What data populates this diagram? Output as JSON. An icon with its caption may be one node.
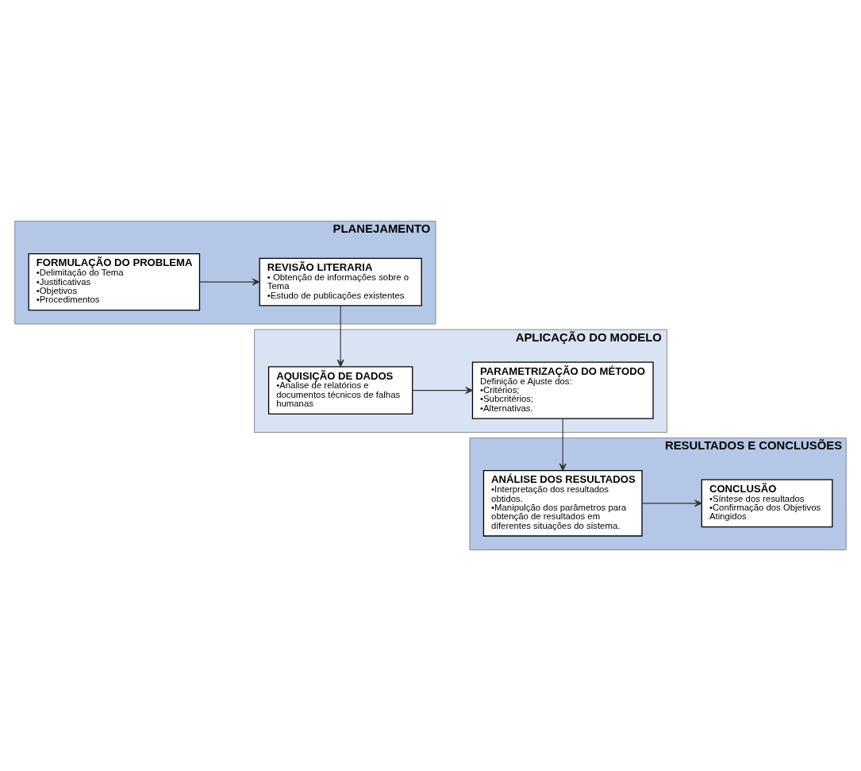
{
  "diagram": {
    "nodes": [
      {
        "text": [
          "PLANEJAMENTO"
        ]
      },
      {
        "text": [
          "FORMULAÇÃO DO PROBLEMA",
          "•Delimitação do Tema",
          "•Justificativas",
          "•Objetivos",
          "•Procedimentos"
        ],
        "in": 0
      },
      {
        "text": [
          "REVISÃO LITERARIA",
          "• Obtenção de informações sobre o Tema",
          "•Estudo de publicações existentes"
        ],
        "in": 0
      },
      {
        "text": [
          "APLICAÇÃO DO MODELO"
        ]
      },
      {
        "text": [
          "AQUISIÇÃO DE DADOS",
          "•Analise de relatórios e documentos técnicos de falhas humanas"
        ],
        "in": 3
      },
      {
        "text": [
          "PARAMETRIZAÇÃO DO MÉTODO",
          "Definição e Ajuste dos:",
          "•Critérios;",
          "•Subcritérios;",
          "•Alternativas."
        ],
        "in": 3
      },
      {
        "text": [
          "RESULTADOS E CONCLUSÕES"
        ]
      },
      {
        "text": [
          "ANÁLISE DOS RESULTADOS",
          "•Interpretação dos resultados obtidos.",
          "•Manipulção dos parâmetros para obtenção de resultados em diferentes situações do sistema."
        ],
        "in": 6
      },
      {
        "text": [
          "CONCLUSÃO",
          "•Síntese dos resultados",
          "•Confirmação dos Objetivos Atingidos"
        ],
        "in": 6
      }
    ],
    "edges": [
      {
        "from": 1,
        "to": 2,
        "arrow": "to"
      },
      {
        "from": 2,
        "to": 4,
        "arrow": "to"
      },
      {
        "from": 4,
        "to": 5,
        "arrow": "to"
      },
      {
        "from": 5,
        "to": 7,
        "arrow": "to"
      },
      {
        "from": 7,
        "to": 8,
        "arrow": "to"
      }
    ]
  }
}
